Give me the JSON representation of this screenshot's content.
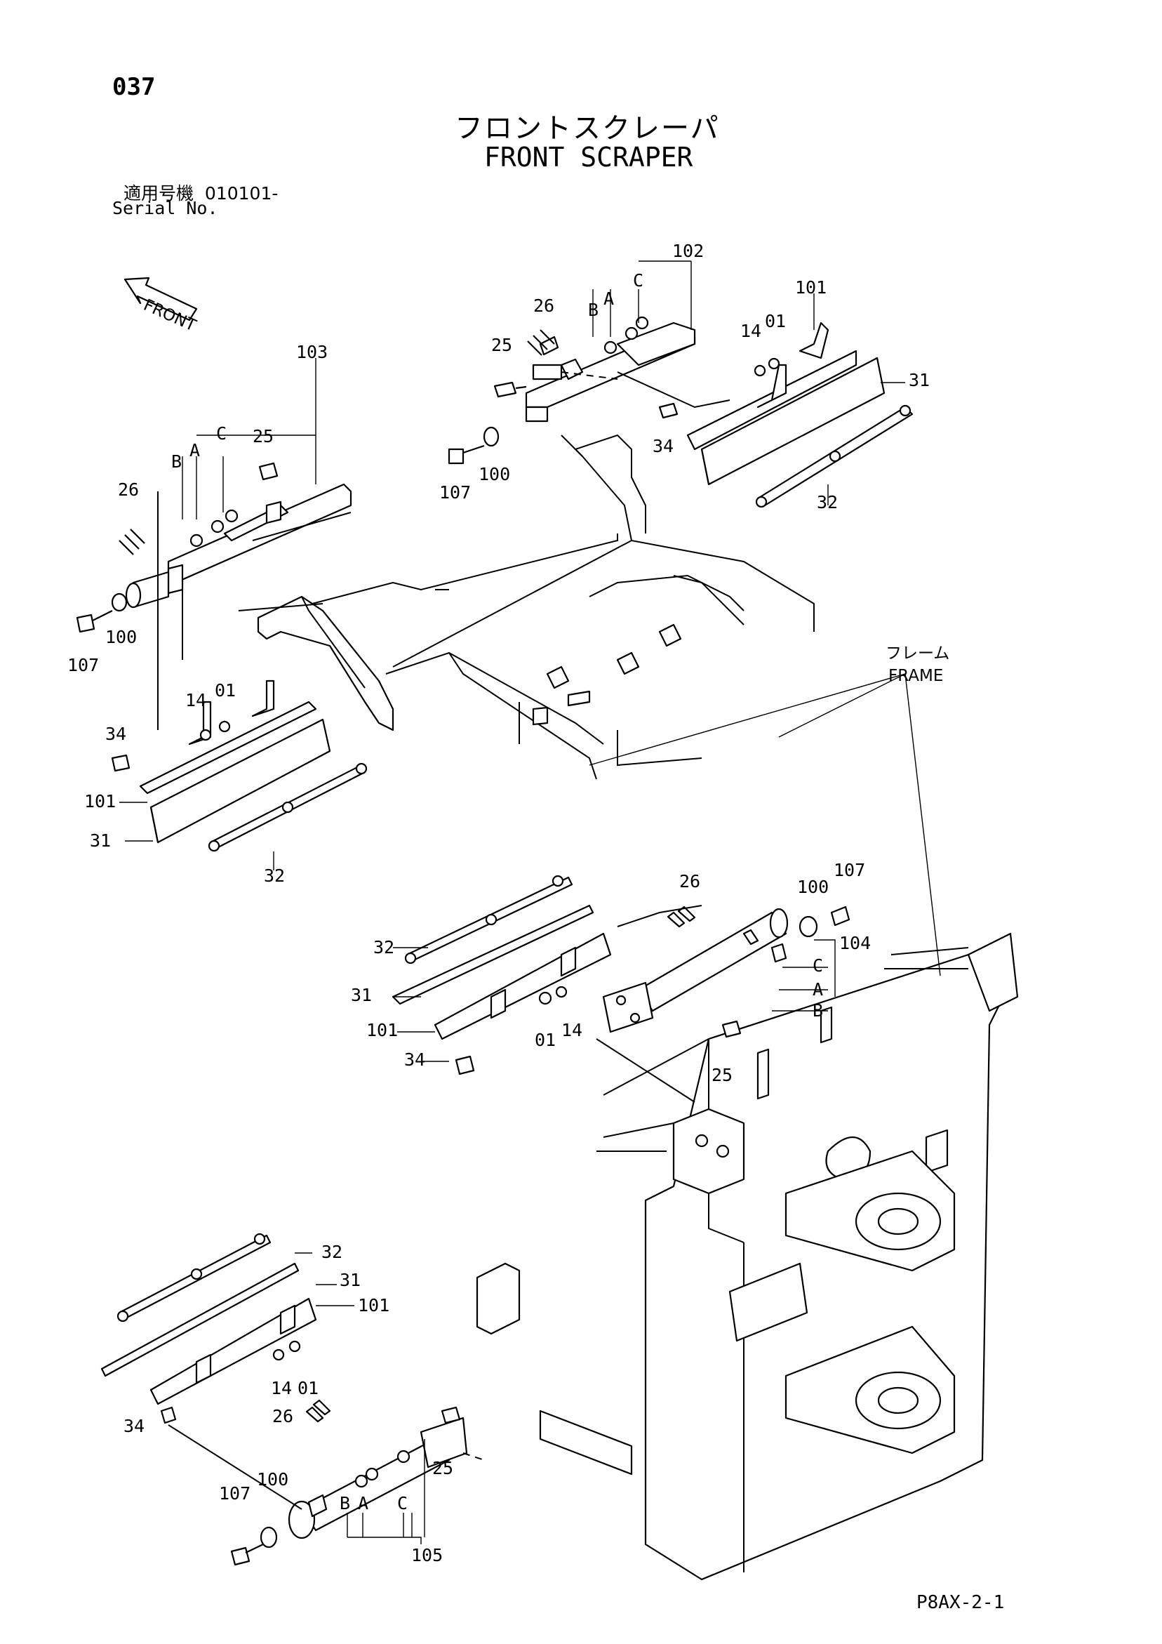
{
  "page": {
    "page_number": "037",
    "title_jp": "フロントスクレーパ",
    "title_en": "FRONT SCRAPER",
    "serial_label_jp": "適用号機",
    "serial_value": "010101-",
    "serial_label_en": "Serial No.",
    "footer_code": "P8AX-2-1"
  },
  "diagram": {
    "front_arrow_label": "FRONT",
    "frame_label_jp": "フレーム",
    "frame_label_en": "FRAME",
    "callouts": {
      "c102": "102",
      "c26a": "26",
      "c25a": "25",
      "cBa": "B",
      "cAa": "A",
      "cCa": "C",
      "c101a": "101",
      "c14a": "14",
      "c01a": "01",
      "c31a": "31",
      "c34a": "34",
      "c107a": "107",
      "c100a": "100",
      "c32a": "32",
      "c103": "103",
      "cBb": "B",
      "cAb": "A",
      "cCb": "C",
      "c25b": "25",
      "c26b": "26",
      "c107b": "107",
      "c100b": "100",
      "c14b": "14",
      "c01b": "01",
      "c34b": "34",
      "c101b": "101",
      "c31b": "31",
      "c32b": "32",
      "c26c": "26",
      "c100c": "100",
      "c107c": "107",
      "c104": "104",
      "cCc": "C",
      "cAc": "A",
      "cBc": "B",
      "c32c": "32",
      "c31c": "31",
      "c101c": "101",
      "c01c": "01",
      "c14c": "14",
      "c34c": "34",
      "c25c": "25",
      "c32d": "32",
      "c31d": "31",
      "c101d": "101",
      "c14d": "14",
      "c01d": "01",
      "c26d": "26",
      "c34d": "34",
      "c100d": "100",
      "c107d": "107",
      "cBd": "B",
      "cAd": "A",
      "cCd": "C",
      "c25d": "25",
      "c105": "105"
    }
  }
}
